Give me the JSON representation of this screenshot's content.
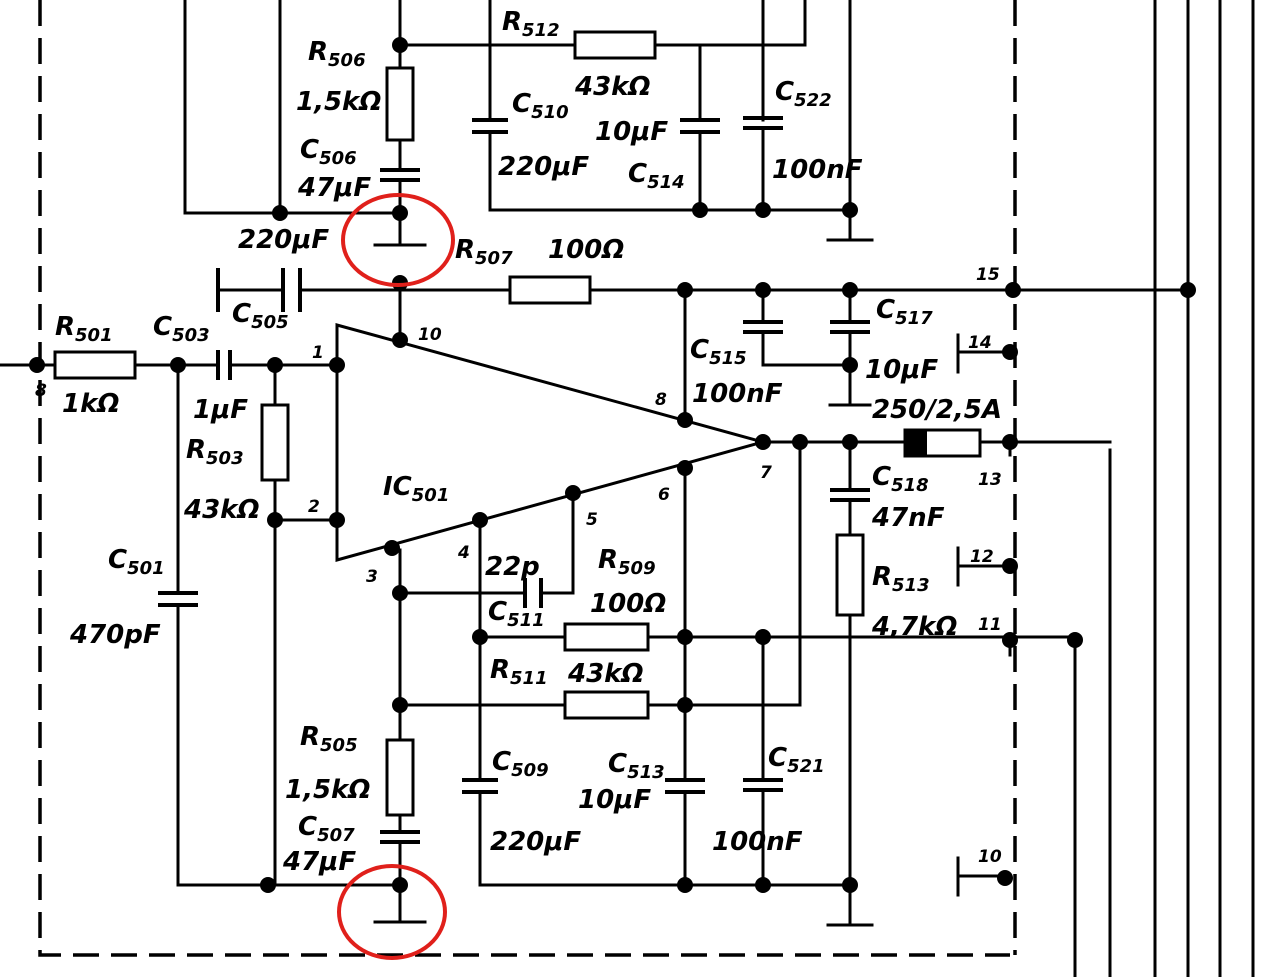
{
  "components": {
    "r501": {
      "name": "R",
      "sub": "501",
      "value": "1kΩ"
    },
    "r503": {
      "name": "R",
      "sub": "503",
      "value": "43kΩ"
    },
    "r505": {
      "name": "R",
      "sub": "505",
      "value": "1,5kΩ"
    },
    "r506": {
      "name": "R",
      "sub": "506",
      "value": "1,5kΩ"
    },
    "r507": {
      "name": "R",
      "sub": "507",
      "value": "100Ω"
    },
    "r509": {
      "name": "R",
      "sub": "509",
      "value": "100Ω"
    },
    "r511": {
      "name": "R",
      "sub": "511",
      "value": "43kΩ"
    },
    "r512": {
      "name": "R",
      "sub": "512",
      "value": "43kΩ"
    },
    "r513": {
      "name": "R",
      "sub": "513",
      "value": "4,7kΩ"
    },
    "c501": {
      "name": "C",
      "sub": "501",
      "value": "470pF"
    },
    "c503": {
      "name": "C",
      "sub": "503",
      "value": "1μF"
    },
    "c505": {
      "name": "C",
      "sub": "505",
      "value": "220μF"
    },
    "c506": {
      "name": "C",
      "sub": "506",
      "value": "47μF"
    },
    "c507": {
      "name": "C",
      "sub": "507",
      "value": "47μF"
    },
    "c509": {
      "name": "C",
      "sub": "509",
      "value": "220μF"
    },
    "c510": {
      "name": "C",
      "sub": "510",
      "value": "220μF"
    },
    "c511": {
      "name": "C",
      "sub": "511",
      "value": "22p"
    },
    "c513": {
      "name": "C",
      "sub": "513",
      "value": "10μF"
    },
    "c514": {
      "name": "C",
      "sub": "514",
      "value": "10μF"
    },
    "c515": {
      "name": "C",
      "sub": "515",
      "value": "100nF"
    },
    "c517": {
      "name": "C",
      "sub": "517",
      "value": "10μF"
    },
    "c518": {
      "name": "C",
      "sub": "518",
      "value": "47nF"
    },
    "c521": {
      "name": "C",
      "sub": "521",
      "value": "100nF"
    },
    "c522": {
      "name": "C",
      "sub": "522",
      "value": "100nF"
    },
    "ic501": {
      "name": "IC",
      "sub": "501"
    },
    "fuse": {
      "value": "250/2,5A"
    }
  },
  "ic_pins": [
    "1",
    "2",
    "3",
    "4",
    "5",
    "6",
    "7",
    "8",
    "10"
  ],
  "connector_pins": [
    "8",
    "15",
    "14",
    "13",
    "12",
    "11",
    "10"
  ],
  "highlight_color": "#e0201b"
}
